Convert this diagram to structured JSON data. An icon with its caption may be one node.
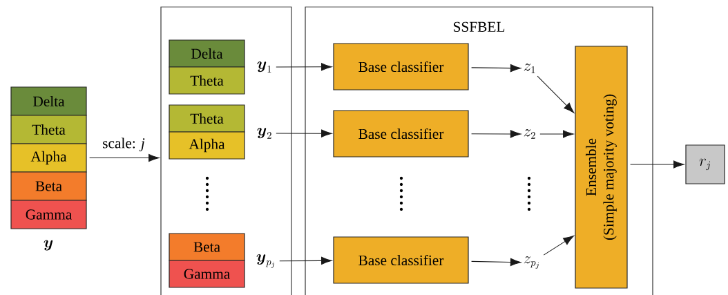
{
  "diagram": {
    "nodes": [
      {
        "text": [
          "Delta"
        ]
      },
      {
        "text": [
          "Theta"
        ]
      },
      {
        "text": [
          "Alpha"
        ]
      },
      {
        "text": [
          "Beta"
        ]
      },
      {
        "text": [
          "Gamma"
        ]
      },
      {
        "text": [],
        "shape": "box"
      },
      {
        "text": [
          "Delta"
        ],
        "in": 5
      },
      {
        "text": [
          "Theta"
        ],
        "in": 5
      },
      {
        "text": [
          "Theta"
        ],
        "in": 5
      },
      {
        "text": [
          "Alpha"
        ],
        "in": 5
      },
      {
        "text": [
          "Beta"
        ],
        "in": 5
      },
      {
        "text": [
          "Gamma"
        ],
        "in": 5
      },
      {
        "text": [
          "SSFBEL"
        ]
      },
      {
        "text": [
          "Base classifier"
        ],
        "in": 12
      },
      {
        "text": [
          "Base classifier"
        ],
        "in": 12
      },
      {
        "text": [
          "Base classifier"
        ],
        "in": 12
      },
      {
        "text": [
          "Ensemble",
          "(Simple majority voting)"
        ],
        "in": 12
      },
      {
        "text": [
          "r_j"
        ]
      },
      {
        "text": [
          "\\boldsymbol{y}_1"
        ],
        "in": 5
      },
      {
        "text": [
          "\\boldsymbol{y}_2"
        ],
        "in": 5
      },
      {
        "text": [
          "\\boldsymbol{y}_{p_j}"
        ],
        "in": 5
      },
      {
        "text": [
          "z_1"
        ],
        "in": 12
      },
      {
        "text": [
          "z_2"
        ],
        "in": 12
      },
      {
        "text": [
          "z_{p_j}"
        ],
        "in": 12
      }
    ],
    "edges": [
      {
        "from": 2,
        "to": 5,
        "arrow": "to",
        "label": "scale: *j*"
      },
      {
        "from": 18,
        "to": 13,
        "arrow": "to"
      },
      {
        "from": 19,
        "to": 14,
        "arrow": "to"
      },
      {
        "from": 20,
        "to": 15,
        "arrow": "to"
      },
      {
        "from": 13,
        "to": 21,
        "arrow": "to"
      },
      {
        "from": 14,
        "to": 22,
        "arrow": "to"
      },
      {
        "from": 15,
        "to": 23,
        "arrow": "to"
      },
      {
        "from": 21,
        "to": 16,
        "arrow": "to"
      },
      {
        "from": 22,
        "to": 16,
        "arrow": "to"
      },
      {
        "from": 23,
        "to": 16,
        "arrow": "to"
      },
      {
        "from": 16,
        "to": 17,
        "arrow": "to"
      }
    ],
    "labels": [
      "\\boldsymbol{y}"
    ]
  }
}
